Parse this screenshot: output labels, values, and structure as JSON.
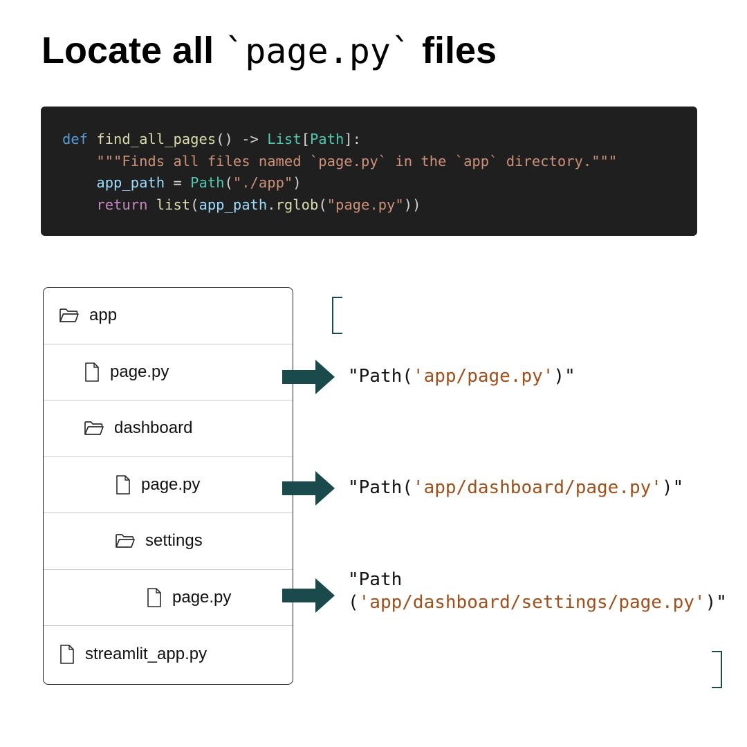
{
  "title": {
    "prefix": "Locate all ",
    "code": "`page.py`",
    "suffix": " files"
  },
  "code": {
    "line1": {
      "def": "def",
      "fname": "find_all_pages",
      "paren": "()",
      "arrow": " -> ",
      "list": "List",
      "lb": "[",
      "path": "Path",
      "rb": "]:"
    },
    "line2": {
      "doc": "\"\"\"Finds all files named `page.py` in the `app` directory.\"\"\""
    },
    "line3": {
      "var": "app_path",
      "eq": " = ",
      "cls": "Path",
      "lp": "(",
      "str": "\"./app\"",
      "rp": ")"
    },
    "line4": {
      "ret": "return",
      "list": "list",
      "lp": "(",
      "var": "app_path",
      "dot": ".",
      "method": "rglob",
      "lp2": "(",
      "str": "\"page.py\"",
      "rp": "))"
    }
  },
  "tree": [
    {
      "label": "app",
      "type": "folder",
      "indent": 0
    },
    {
      "label": "page.py",
      "type": "file",
      "indent": 1
    },
    {
      "label": "dashboard",
      "type": "folder",
      "indent": 1
    },
    {
      "label": "page.py",
      "type": "file",
      "indent": 2
    },
    {
      "label": "settings",
      "type": "folder",
      "indent": 2
    },
    {
      "label": "page.py",
      "type": "file",
      "indent": 3
    },
    {
      "label": "streamlit_app.py",
      "type": "file",
      "indent": 0
    }
  ],
  "results": [
    {
      "open": "\"Path(",
      "path": "'app/page.py'",
      "close": ")\""
    },
    {
      "open": "\"Path(",
      "path": "'app/dashboard/page.py'",
      "close": ")\""
    },
    {
      "open_line1": "\"Path",
      "open_line2": "(",
      "path": "'app/dashboard/settings/page.py'",
      "close": ")\""
    }
  ],
  "colors": {
    "arrow": "#1b4a4c",
    "code_bg": "#1f1f1f",
    "string_result": "#a0501a"
  },
  "icons": {
    "folder": "folder-icon",
    "file": "file-icon",
    "arrow": "right-arrow-icon"
  }
}
